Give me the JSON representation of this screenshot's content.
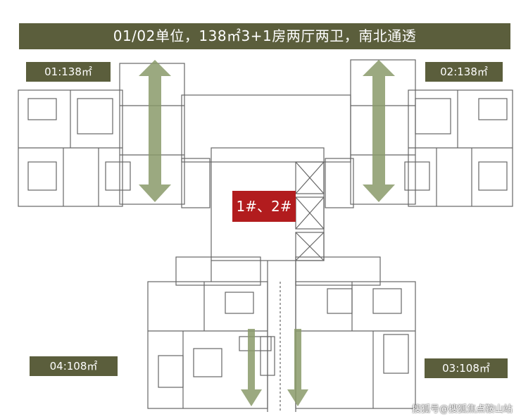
{
  "banner": {
    "title": "01/02单位，138㎡3+1房两厅两卫，南北通透"
  },
  "units": {
    "u01": "01:138㎡",
    "u02": "02:138㎡",
    "u03": "03:108㎡",
    "u04": "04:108㎡"
  },
  "center_tag": "1#、2#",
  "watermark": "搜狐号@搜狐焦点鞍山站",
  "colors": {
    "banner": "#5b5e3c",
    "arrow": "#8a9a6a",
    "tag": "#b21c1e",
    "wall": "#555555"
  }
}
